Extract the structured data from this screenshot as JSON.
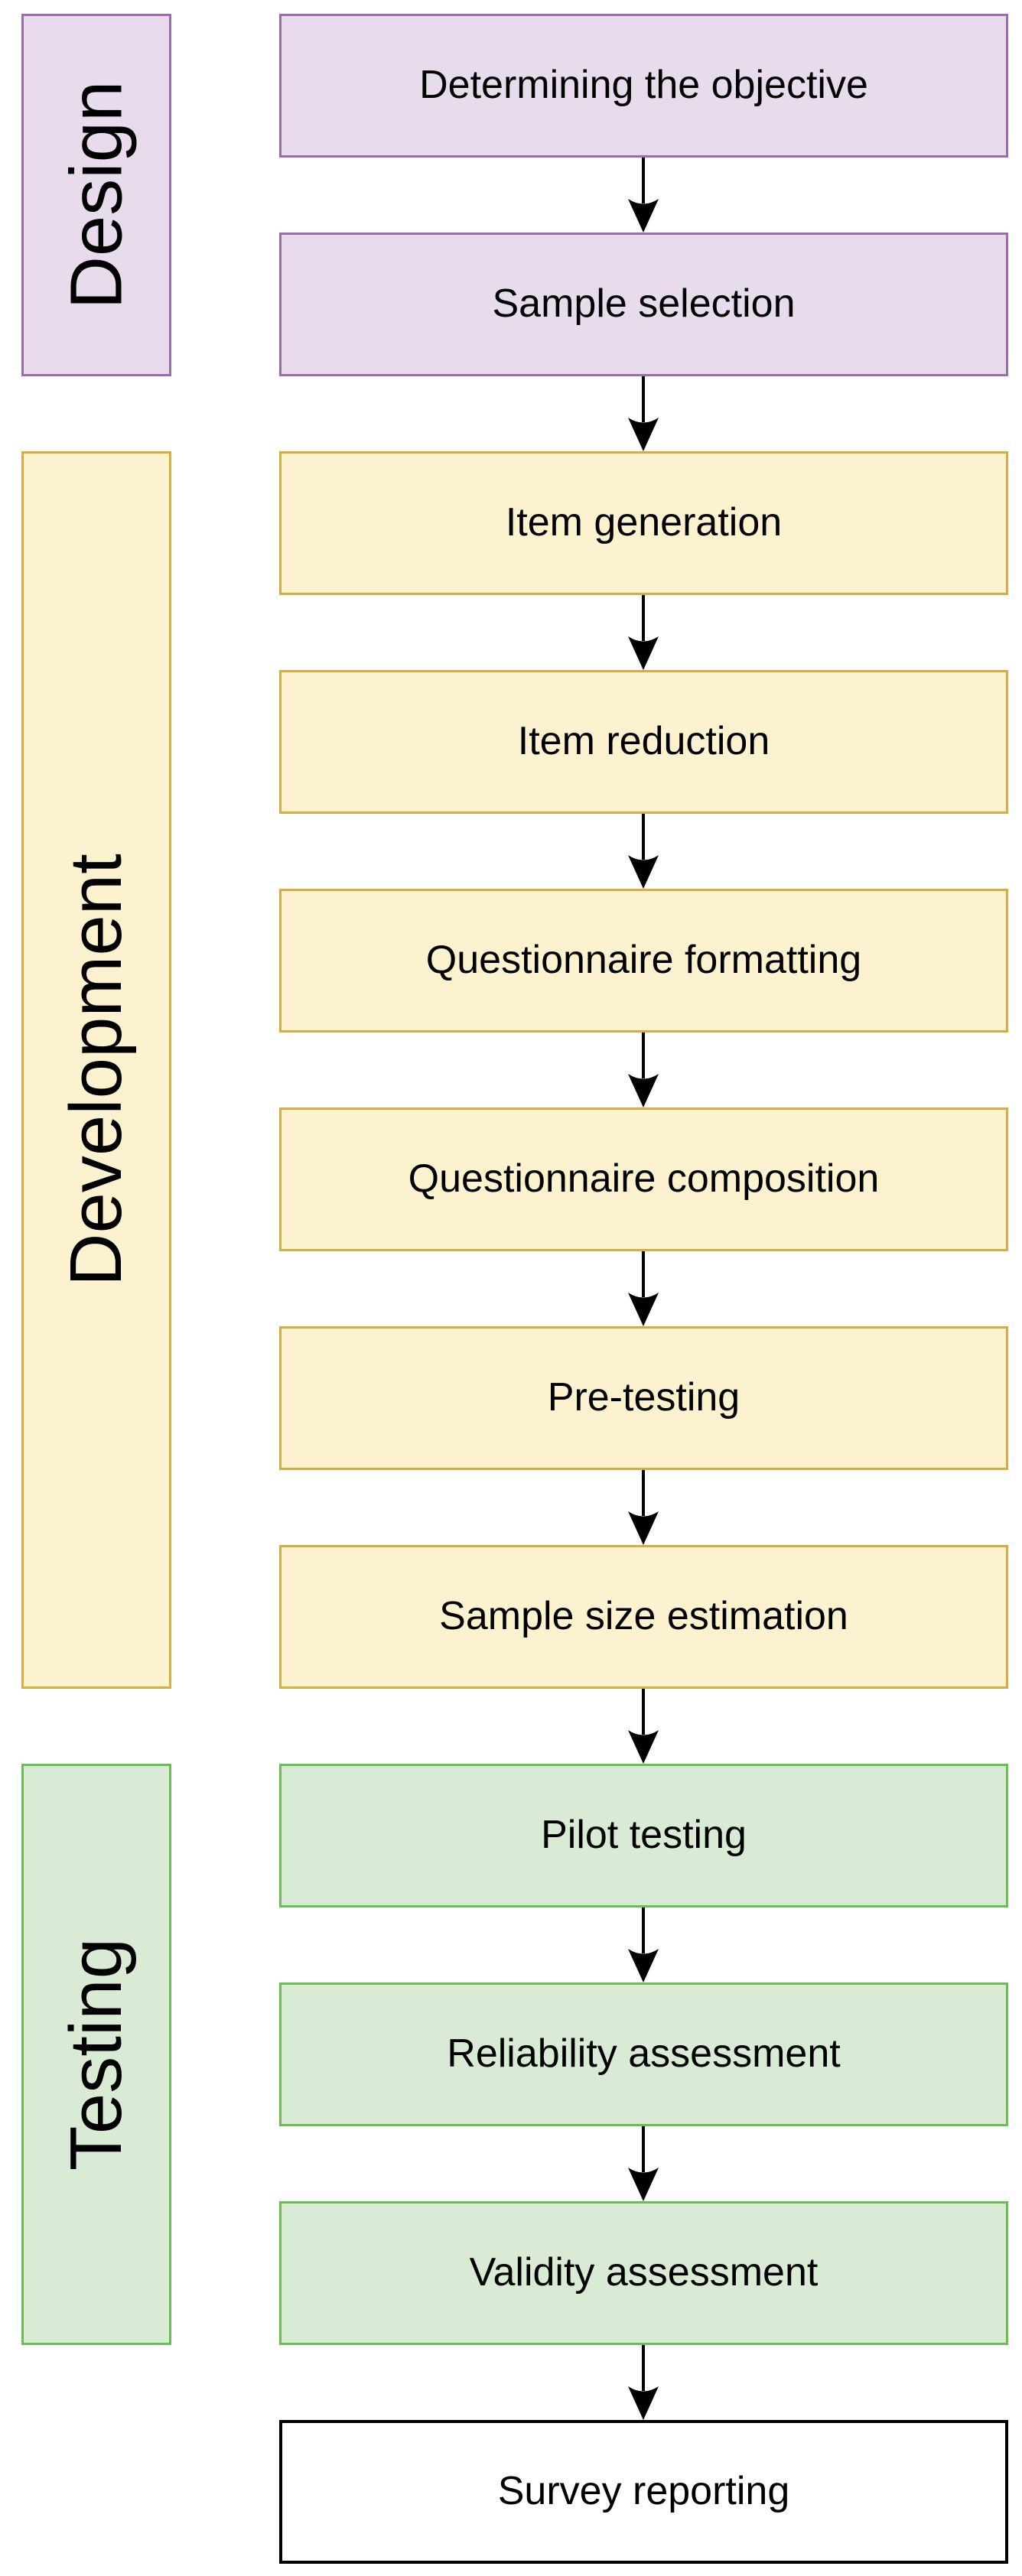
{
  "diagram": {
    "background": "#ffffff",
    "text_color": "#000000",
    "arrow_color": "#000000",
    "phases": [
      {
        "id": "design",
        "label": "Design",
        "fill": "#e8dbec",
        "border": "#9a6ca9",
        "steps_covered": [
          1,
          2
        ]
      },
      {
        "id": "development",
        "label": "Development",
        "fill": "#fcf2cf",
        "border": "#d7ac42",
        "steps_covered": [
          3,
          8
        ]
      },
      {
        "id": "testing",
        "label": "Testing",
        "fill": "#d9ebd5",
        "border": "#6abd55",
        "steps_covered": [
          9,
          11
        ]
      }
    ],
    "steps": [
      {
        "label": "Determining the objective",
        "phase": "design"
      },
      {
        "label": "Sample selection",
        "phase": "design"
      },
      {
        "label": "Item generation",
        "phase": "development"
      },
      {
        "label": "Item reduction",
        "phase": "development"
      },
      {
        "label": "Questionnaire formatting",
        "phase": "development"
      },
      {
        "label": "Questionnaire composition",
        "phase": "development"
      },
      {
        "label": "Pre-testing",
        "phase": "development"
      },
      {
        "label": "Sample size estimation",
        "phase": "development"
      },
      {
        "label": "Pilot testing",
        "phase": "testing"
      },
      {
        "label": "Reliability assessment",
        "phase": "testing"
      },
      {
        "label": "Validity assessment",
        "phase": "testing"
      },
      {
        "label": "Survey reporting",
        "phase": "none",
        "fill": "#ffffff",
        "border": "#000000"
      }
    ],
    "connector_count": 11
  }
}
